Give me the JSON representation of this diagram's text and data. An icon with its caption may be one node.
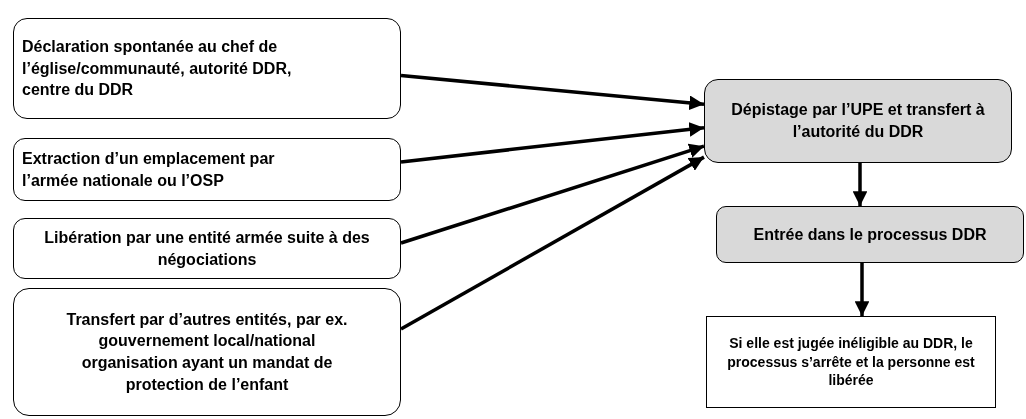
{
  "diagram": {
    "nodes": [
      {
        "text": [
          "Déclaration spontanée au chef de l’église/communauté, autorité DDR, centre du DDR"
        ]
      },
      {
        "text": [
          "Extraction d’un emplacement par l’armée nationale ou l’OSP"
        ]
      },
      {
        "text": [
          "Libération par une entité armée suite à des négociations"
        ]
      },
      {
        "text": [
          "Transfert par d’autres entités, par ex. gouvernement local/national organisation ayant un mandat de protection de l’enfant"
        ]
      },
      {
        "text": [
          "Dépistage par l’UPE et transfert à l’autorité du DDR"
        ]
      },
      {
        "text": [
          "Entrée dans le processus DDR"
        ]
      },
      {
        "text": [
          "Si elle est jugée inéligible au DDR, le processus s’arrête et la personne est libérée"
        ]
      }
    ],
    "edges": [
      {
        "from": 0,
        "to": 4,
        "arrow": "to"
      },
      {
        "from": 1,
        "to": 4,
        "arrow": "to"
      },
      {
        "from": 2,
        "to": 4,
        "arrow": "to"
      },
      {
        "from": 3,
        "to": 4,
        "arrow": "to"
      },
      {
        "from": 4,
        "to": 5,
        "arrow": "to"
      },
      {
        "from": 5,
        "to": 6,
        "arrow": "to"
      }
    ]
  }
}
